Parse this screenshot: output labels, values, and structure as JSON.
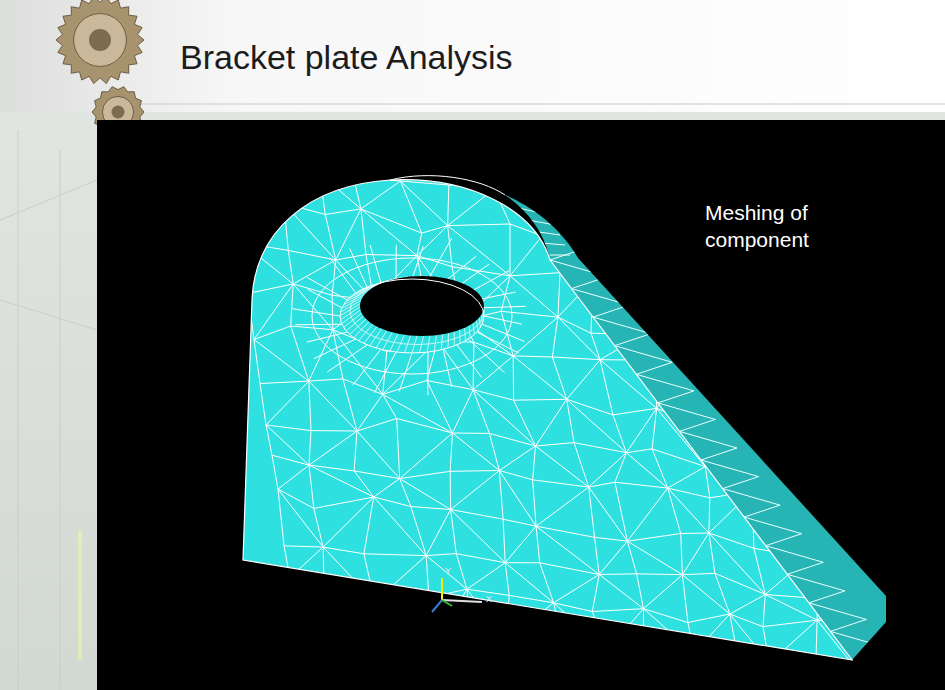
{
  "diagram": {
    "title": "Bracket plate Analysis",
    "labels": [
      "Meshing of component",
      "Y",
      "X"
    ]
  }
}
